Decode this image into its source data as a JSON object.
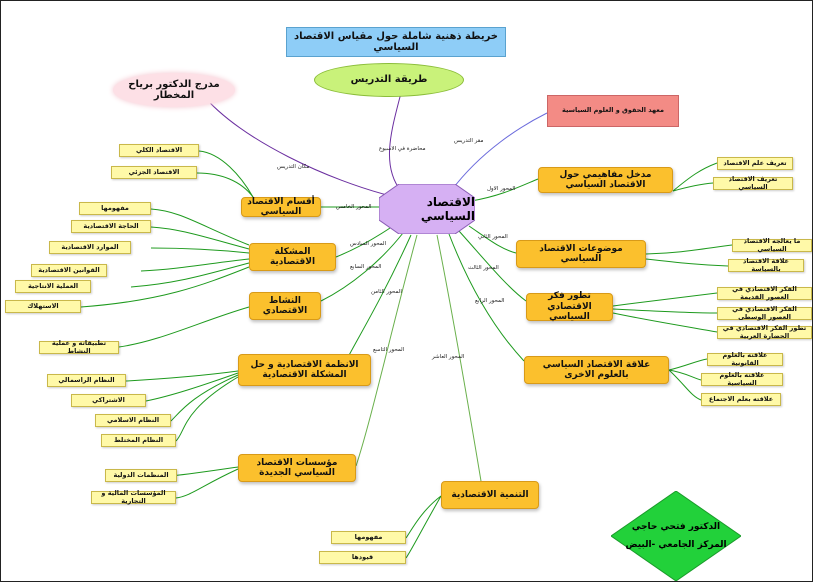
{
  "title": "خريطة ذهنية شاملة حول مقياس الاقتصاد السياسي",
  "center": "الاقتصاد السياسي",
  "teaching": "طريقة التدريس",
  "amphi": "مدرج الدكتور برياح المخطار",
  "institute": "معهد الحقوق و العلوم السياسية",
  "edge_labels": {
    "place": "مكان التدريس",
    "lecture": "محاضرة في الاسبوع",
    "teach_place": "مقر التدريس",
    "axis1": "المحور الاول",
    "axis2": "المحور الثاني",
    "axis3": "المحور الثالث",
    "axis4": "المحور الرابع",
    "axis5": "المحور الخامس",
    "axis6": "المحور السادس",
    "axis7": "المحور السابع",
    "axis8": "المحور الثامن",
    "axis9": "المحور التاسع",
    "axis10": "المحور العاشر"
  },
  "right_nodes": {
    "intro": "مدخل مفاهيمي حول الاقتصاد السياسي",
    "intro_items": [
      "تعريف علم الاقتصاد",
      "تعريف الاقتصاد السياسي"
    ],
    "topics": "موضوعات الاقتصاد السياسي",
    "topics_items": [
      "ما يعالجه الاقتصاد السياسي",
      "علاقة الاقتصاد بالسياسة"
    ],
    "evolution": "تطور فكر الاقتصادي السياسي",
    "evolution_items": [
      "الفكر الاقتصادي في العصور القديمة",
      "الفكر الاقتصادي في العصور الوسطى",
      "تطور الفكر الاقتصادي في الحضارة العربية"
    ],
    "relation": "علاقة الاقتصاد السياسي بالعلوم الاخرى",
    "relation_items": [
      "علاقته بالعلوم القانونية",
      "علاقته بالعلوم السياسية",
      "علاقته بعلم الاجتماع"
    ]
  },
  "left_nodes": {
    "sections": "أقسام الاقتصاد السياسي",
    "sections_items": [
      "الاقتصاد الكلي",
      "الاقتصاد الجزئي"
    ],
    "problem": "المشكلة الاقتصادية",
    "problem_items": [
      "مفهومها",
      "الحاجة الاقتصادية",
      "الموارد الاقتصادية",
      "القوانين الاقتصادية",
      "العملية الانتاجية",
      "الاستهلاك"
    ],
    "activity": "النشاط الاقتصادي",
    "activity_items": [
      "تطبيقاته و عملية النشاط"
    ],
    "systems": "الانظمة الاقتصادية و حل المشكلة الاقتصادية",
    "systems_items": [
      "النظام الراسمالي",
      "الاشتراكي",
      "النظام الاسلامي",
      "النظام المختلط"
    ],
    "institutions": "مؤسسات الاقتصاد السياسي الجديدة",
    "institutions_items": [
      "المنظمات الدولية",
      "المؤسسات المالية و التجارية"
    ],
    "development": "التنمية الاقتصادية",
    "development_items": [
      "مفهومها",
      "قيودها"
    ]
  },
  "author": {
    "name": "الدكتور فتحي حاجي",
    "place": "المركز الجامعي -البيض"
  }
}
